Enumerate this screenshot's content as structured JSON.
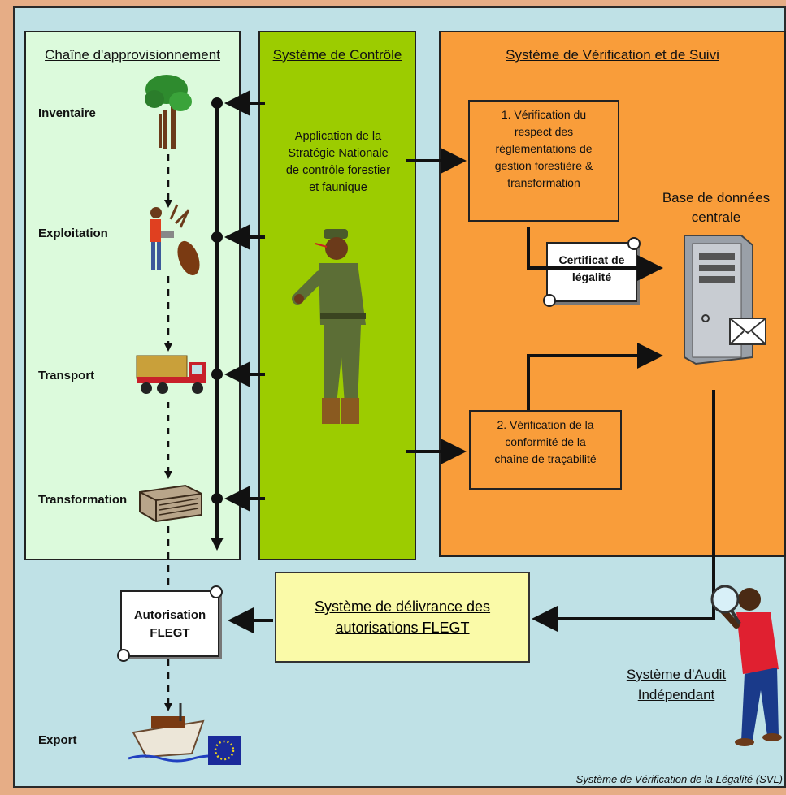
{
  "supply_chain": {
    "title": "Chaîne d'approvisionnement",
    "stages": [
      "Inventaire",
      "Exploitation",
      "Transport",
      "Transformation"
    ],
    "export": "Export"
  },
  "control": {
    "title": "Système de Contrôle",
    "text": [
      "Application de la",
      "Stratégie Nationale",
      "de contrôle forestier",
      "et faunique"
    ]
  },
  "verification": {
    "title": "Système de Vérification et de Suivi",
    "box1": [
      "1. Vérification du",
      "respect des",
      "réglementations de",
      "gestion forestière &",
      "transformation"
    ],
    "box2": [
      "2. Vérification de la",
      "conformité de la",
      "chaîne de traçabilité"
    ],
    "certificate": [
      "Certificat de",
      "légalité"
    ],
    "database": [
      "Base de données",
      "centrale"
    ]
  },
  "delivery": {
    "lines": [
      "Système de délivrance des",
      "autorisations FLEGT"
    ]
  },
  "authorization": [
    "Autorisation",
    "FLEGT"
  ],
  "audit": [
    "Système d'Audit",
    "Indépendant"
  ],
  "footer": "Système de Vérification de la Légalité (SVL)"
}
